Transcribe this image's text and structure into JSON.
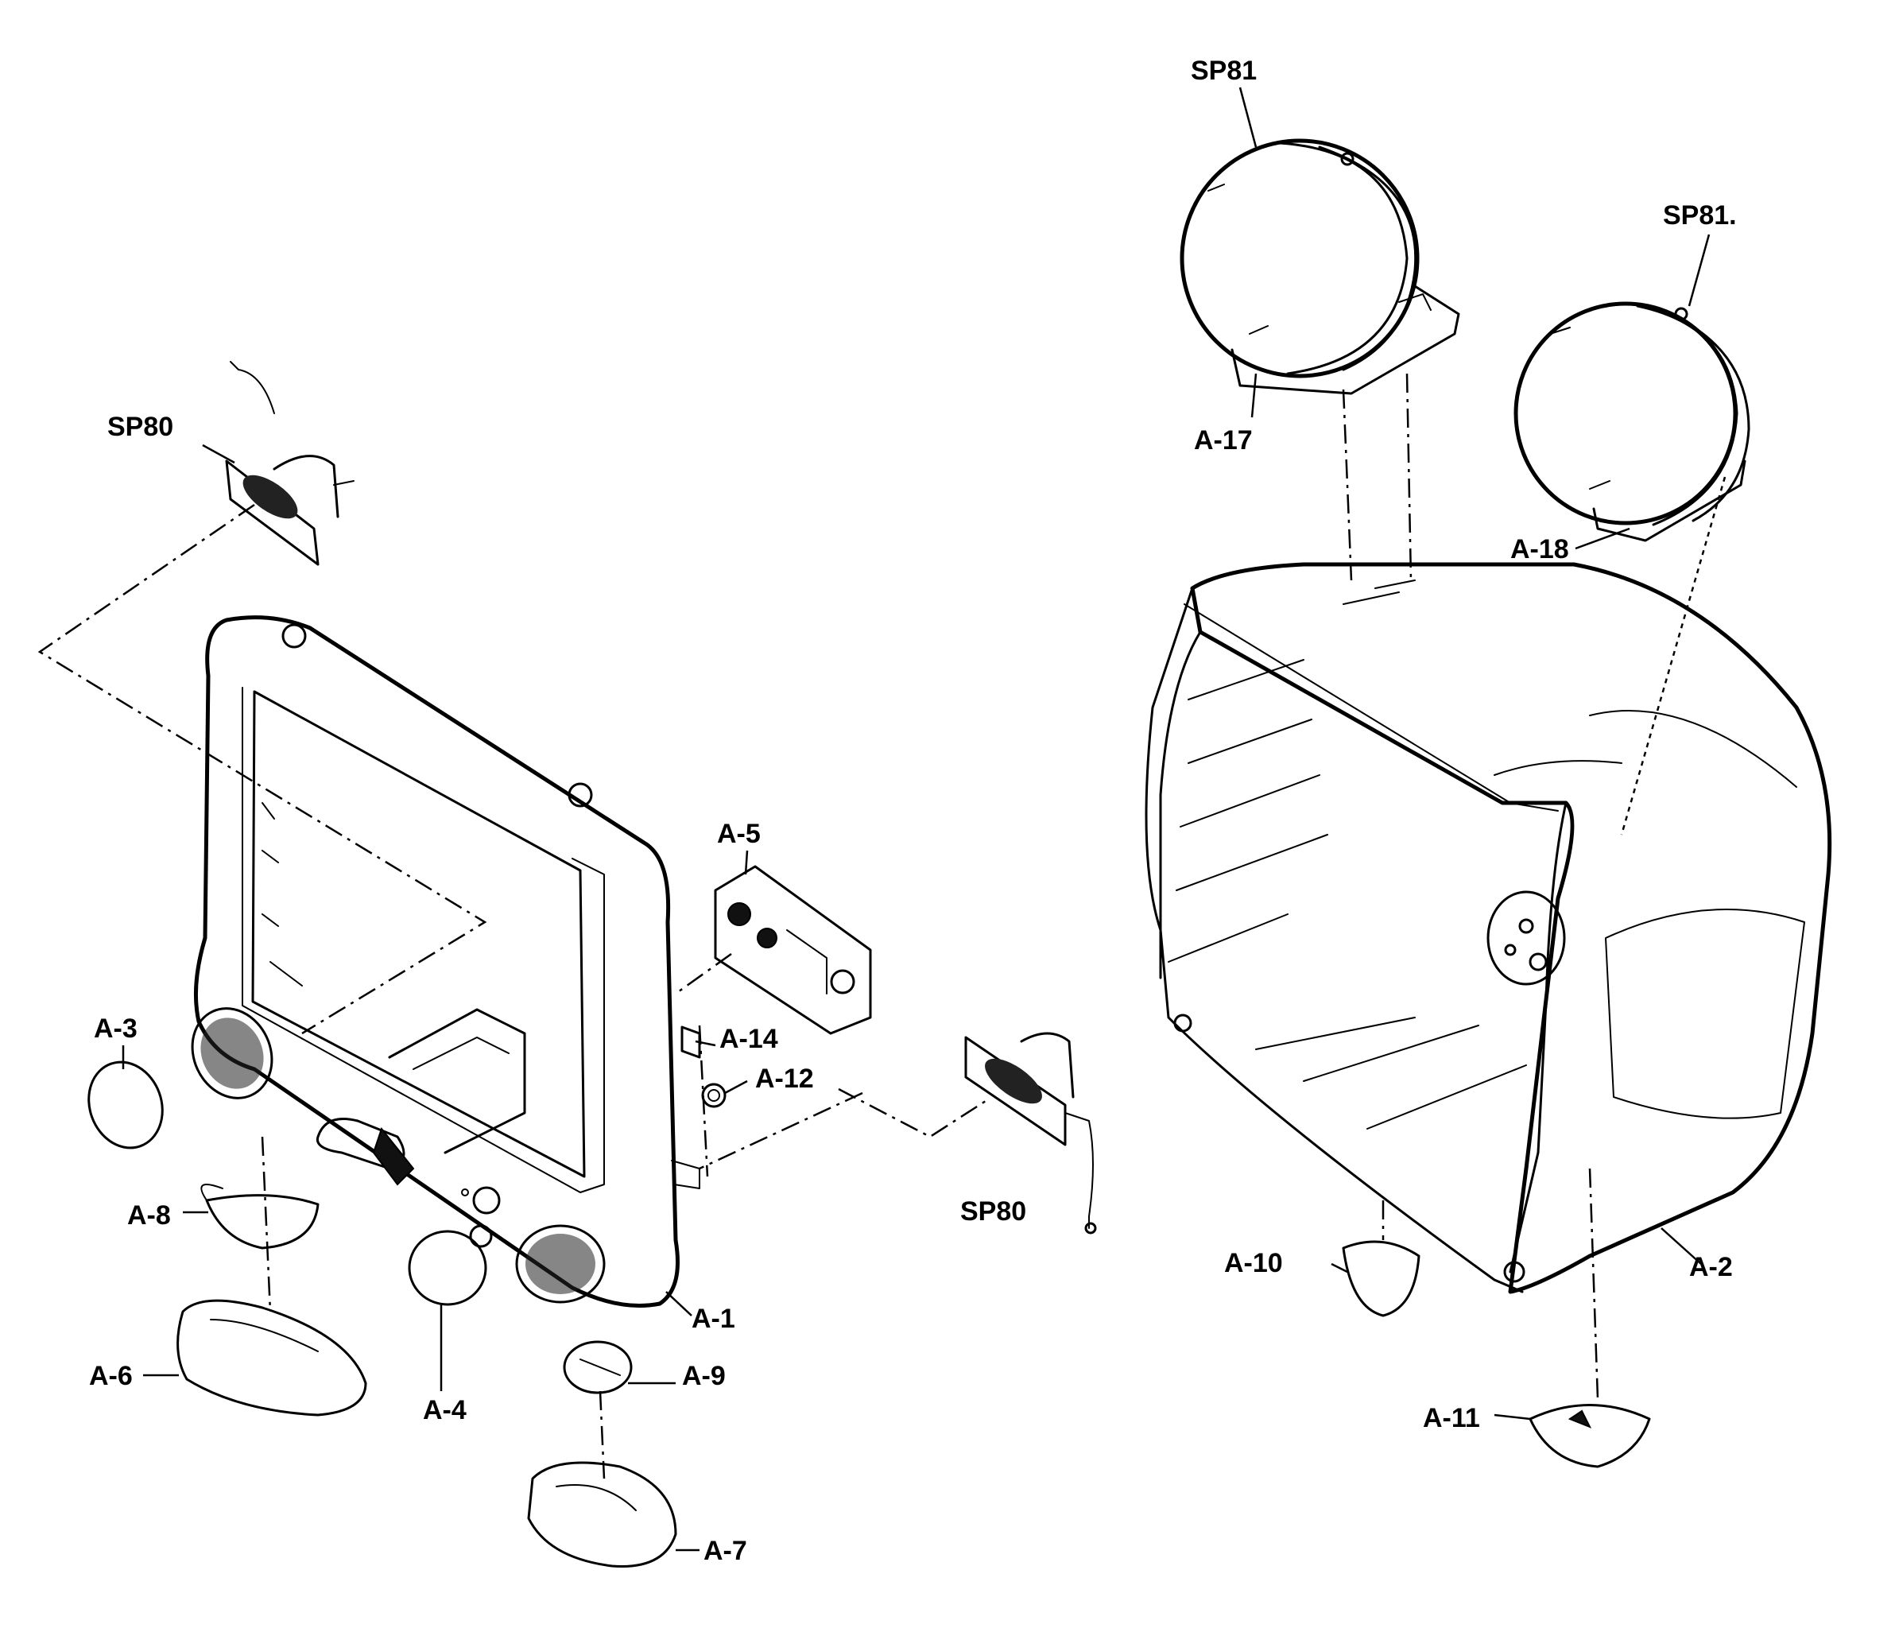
{
  "labels": {
    "sp81_top": "SP81",
    "sp81_right": "SP81.",
    "a17": "A-17",
    "a18": "A-18",
    "sp80_top": "SP80",
    "a5": "A-5",
    "a3": "A-3",
    "a14": "A-14",
    "a12": "A-12",
    "a8": "A-8",
    "sp80_right": "SP80",
    "a1": "A-1",
    "a10": "A-10",
    "a2": "A-2",
    "a6": "A-6",
    "a4": "A-4",
    "a9": "A-9",
    "a11": "A-11",
    "a7": "A-7"
  }
}
